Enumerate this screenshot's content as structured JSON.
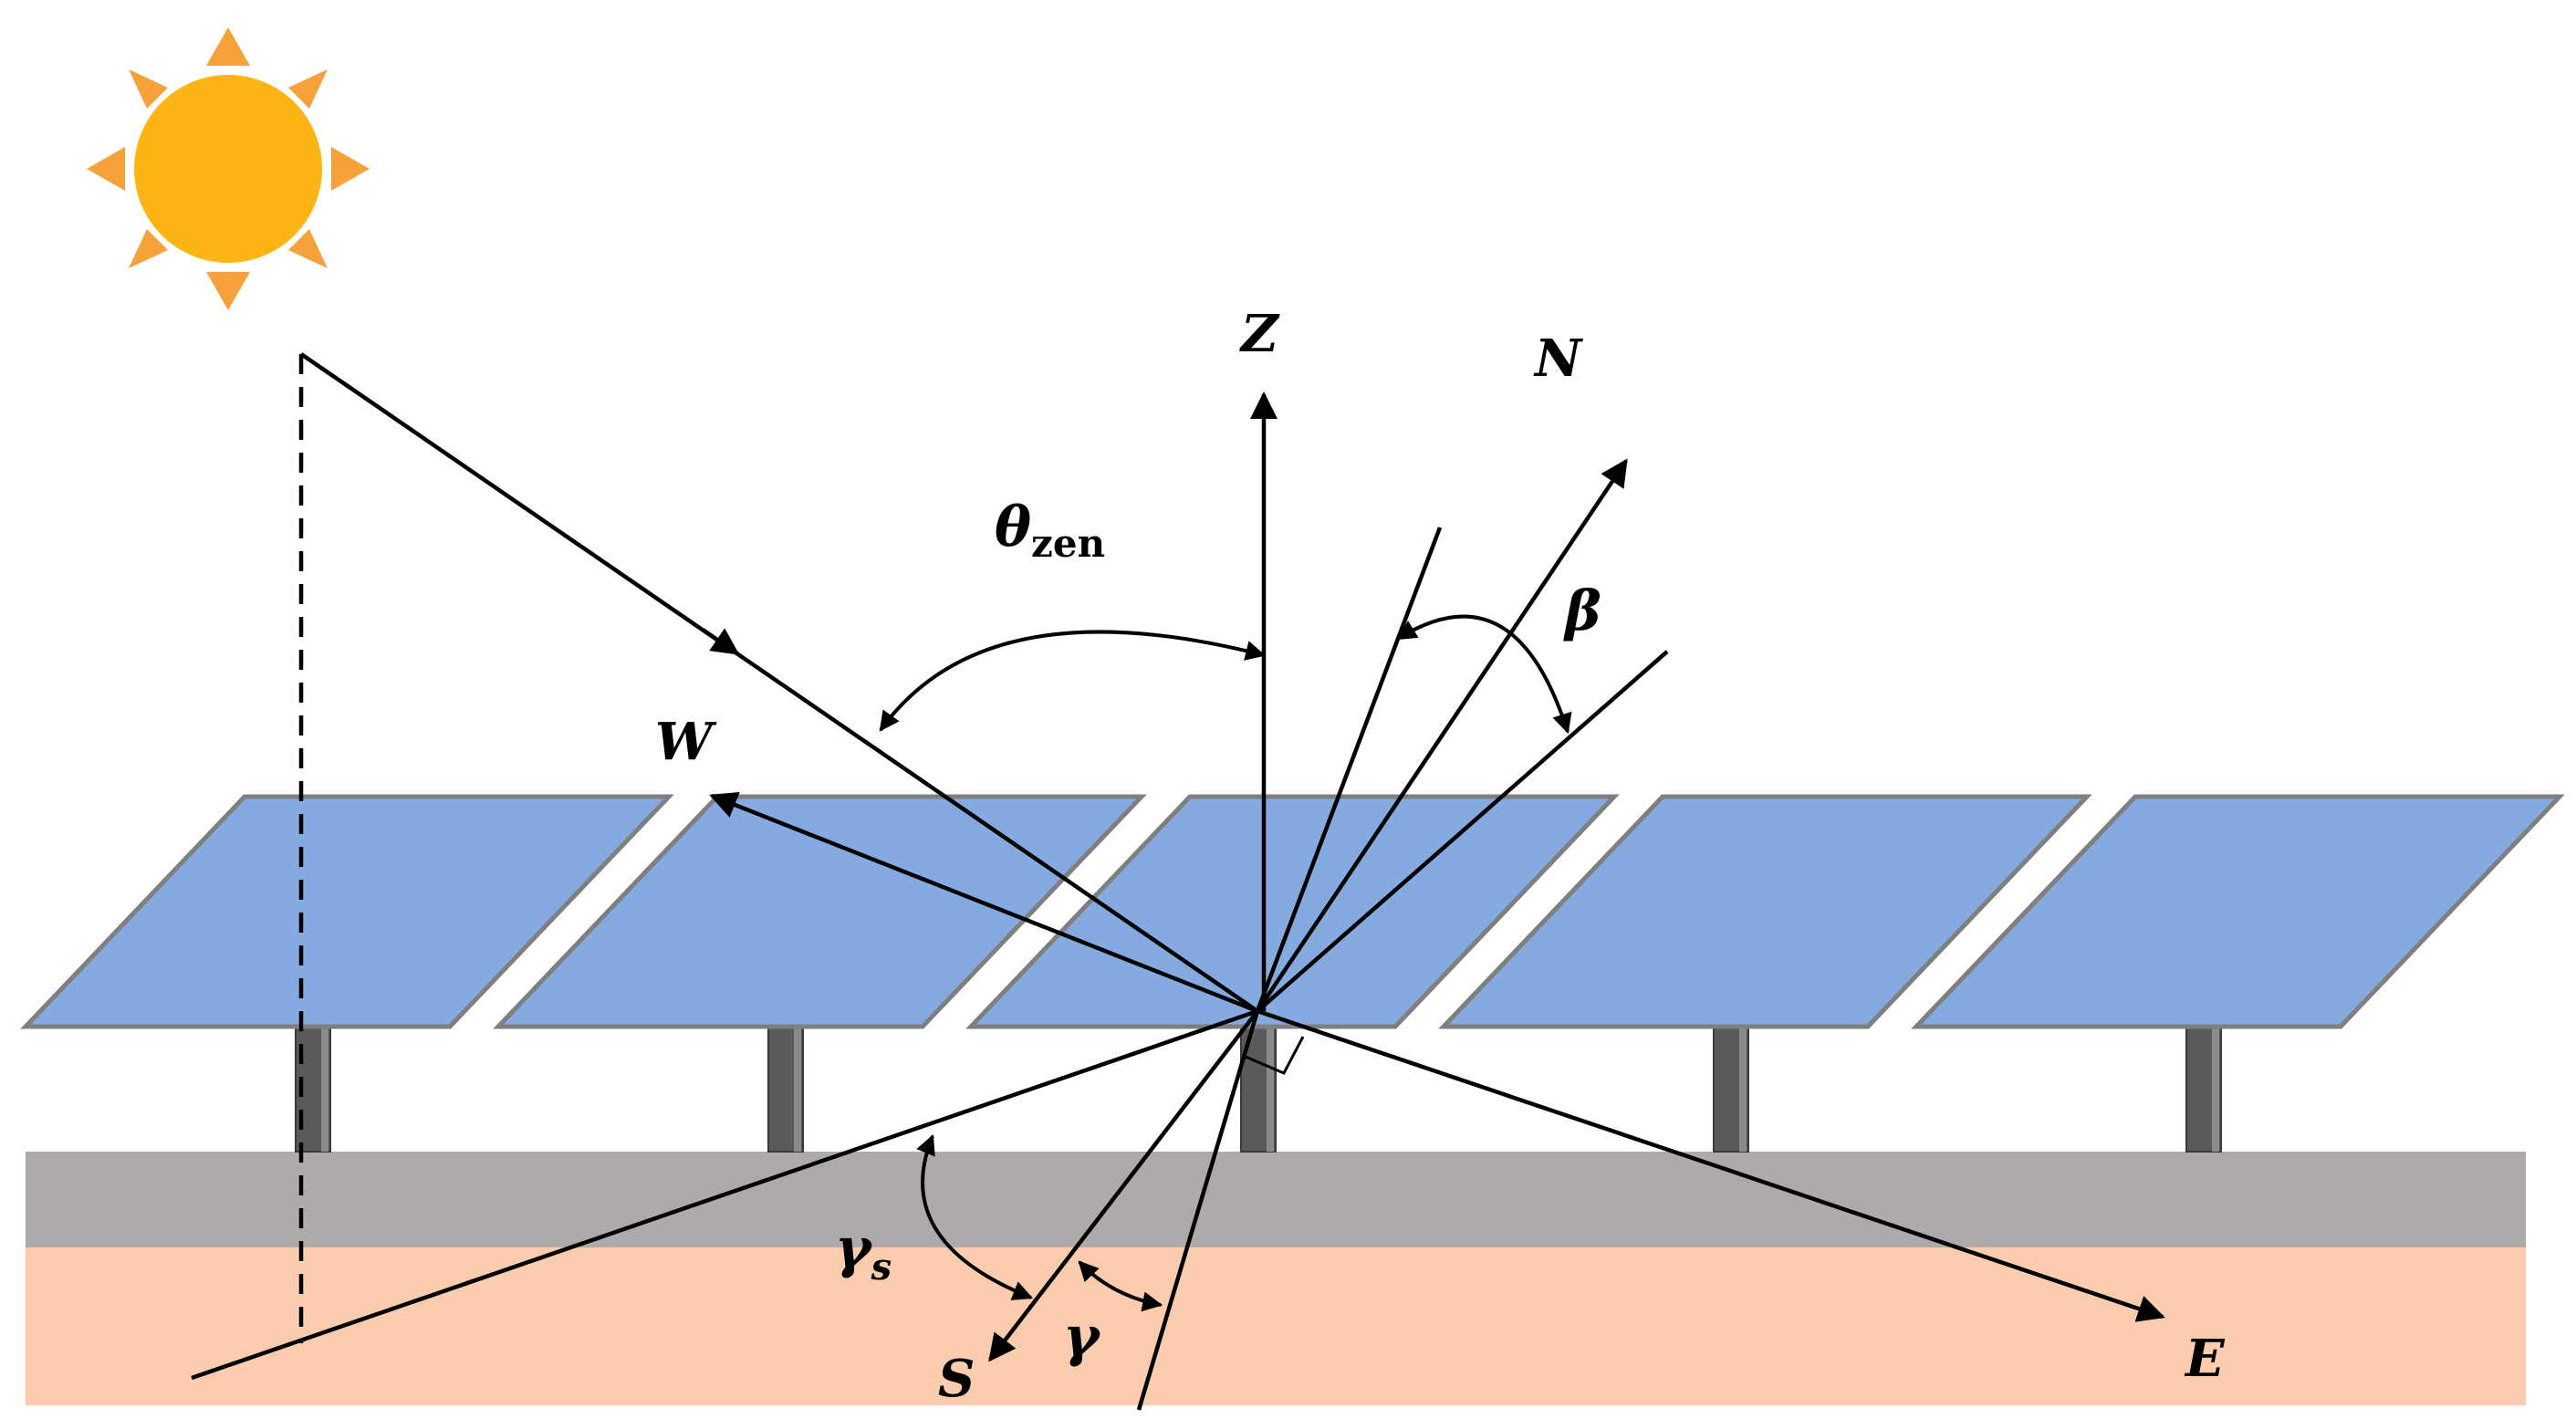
{
  "labels": {
    "zenith": "Z",
    "north": "N",
    "west": "W",
    "east": "E",
    "south": "S",
    "zenith_angle_symbol": "θ",
    "zenith_angle_subscript": "zen",
    "tilt_angle": "β",
    "solar_azimuth_symbol": "γ",
    "solar_azimuth_subscript": "s",
    "surface_azimuth": "γ"
  },
  "colors": {
    "sun": "#FDB515",
    "sun_rays": "#F7A13B",
    "panel_fill": "#84AADF",
    "panel_edge": "#7F7F7F",
    "post": "#5A5A5A",
    "ground_strip": "#AFAAA9",
    "soil": "#FCCCAE",
    "lines": "#000000"
  },
  "components": {
    "panel_count": 5,
    "sun": "sun-icon"
  }
}
